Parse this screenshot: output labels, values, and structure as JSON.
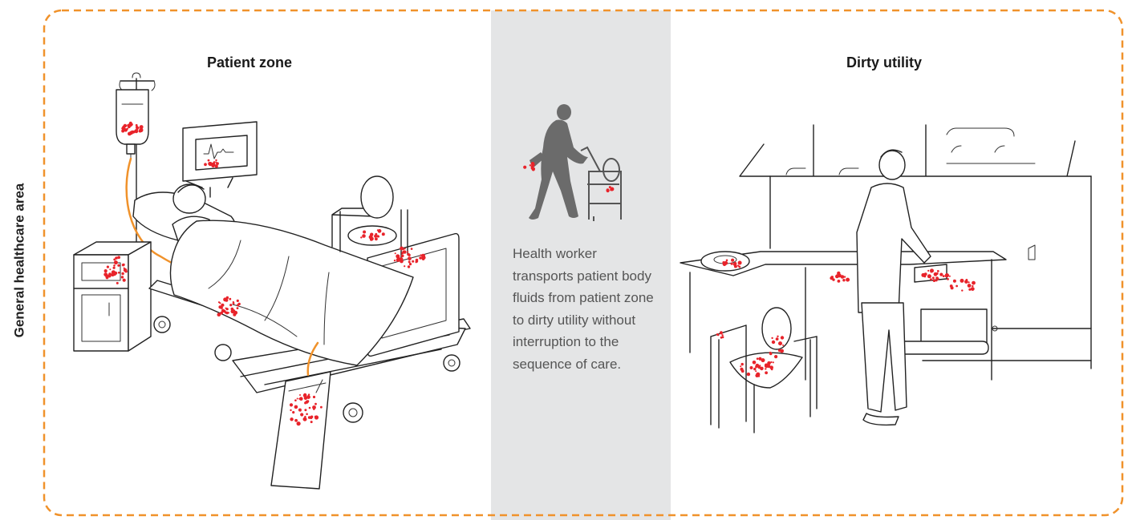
{
  "area_label": "General healthcare area",
  "zones": {
    "patient_zone": {
      "title": "Patient zone"
    },
    "transport": {
      "description": "Health worker transports patient body fluids from patient zone to dirty utility without interruption to the sequence of care."
    },
    "dirty_utility": {
      "title": "Dirty utility"
    }
  },
  "colors": {
    "border_dash": "#f0922b",
    "tube": "#f0922b",
    "contamination": "#e8232a",
    "middle_panel": "#e4e5e6",
    "silhouette": "#6b6b6b"
  }
}
